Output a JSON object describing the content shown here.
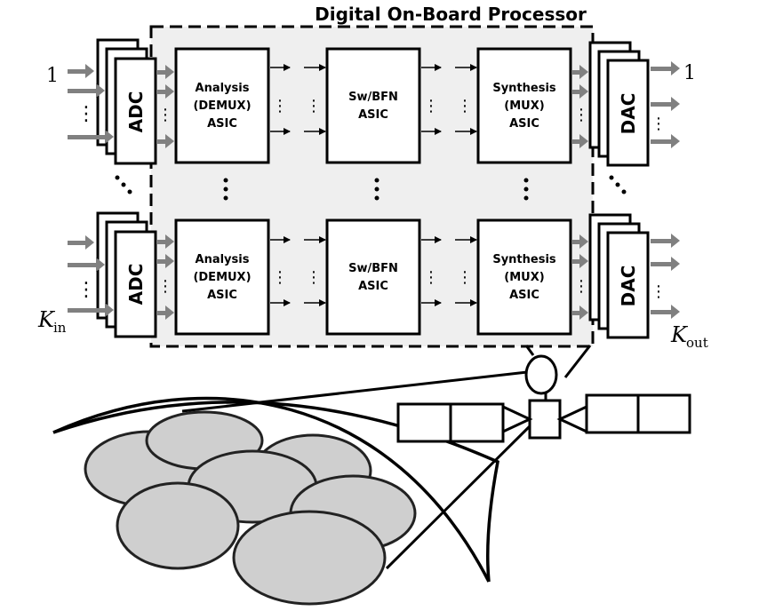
{
  "title": "Digital On-Board Processor",
  "chain_top": {
    "adc": "ADC",
    "analysis": [
      "Analysis",
      "(DEMUX)",
      "ASIC"
    ],
    "switch": [
      "Sw/BFN",
      "ASIC"
    ],
    "synthesis": [
      "Synthesis",
      "(MUX)",
      "ASIC"
    ],
    "dac": "DAC"
  },
  "chain_bottom": {
    "adc": "ADC",
    "analysis": [
      "Analysis",
      "(DEMUX)",
      "ASIC"
    ],
    "switch": [
      "Sw/BFN",
      "ASIC"
    ],
    "synthesis": [
      "Synthesis",
      "(MUX)",
      "ASIC"
    ],
    "dac": "DAC"
  },
  "input_labels": {
    "first": "1",
    "last_main": "K",
    "last_sub": "in"
  },
  "output_labels": {
    "first": "1",
    "last_main": "K",
    "last_sub": "out"
  },
  "colors": {
    "processor_fill": "#efefef",
    "arrow_gray": "#808080",
    "beam_fill": "#cfcfcf",
    "overlap_fill": "#9a9a9a",
    "stroke": "#000000"
  }
}
